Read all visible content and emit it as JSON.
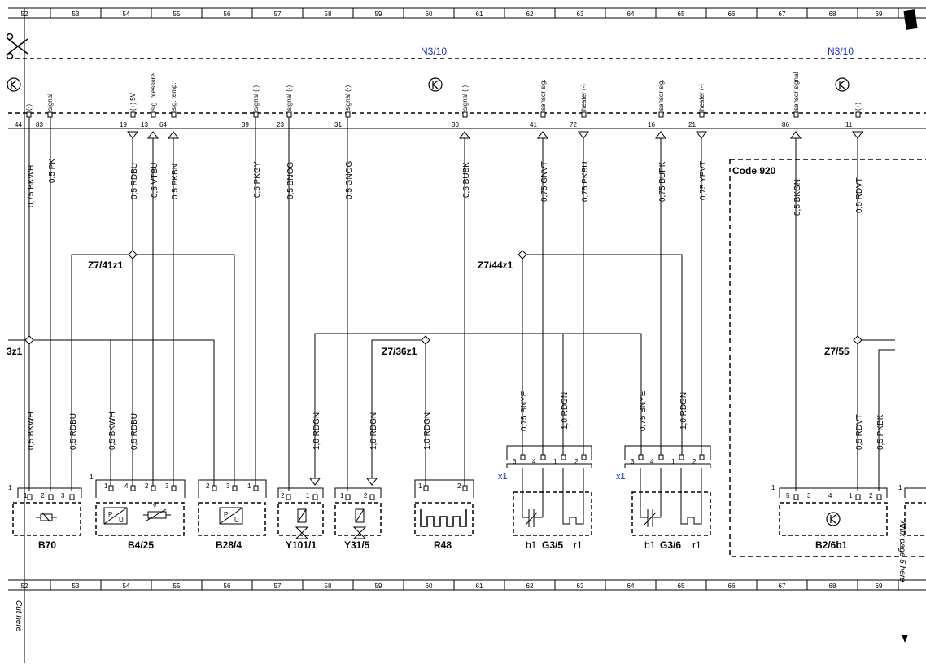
{
  "ruler": {
    "numbers": [
      "52",
      "53",
      "54",
      "55",
      "56",
      "57",
      "58",
      "59",
      "60",
      "61",
      "62",
      "63",
      "64",
      "65",
      "66",
      "67",
      "68",
      "69"
    ]
  },
  "control_unit": {
    "label_left": "N3/10",
    "label_right": "N3/10"
  },
  "pins": [
    {
      "num": "44",
      "func": "(-)"
    },
    {
      "num": "83",
      "func": "signal"
    },
    {
      "num": "19",
      "func": "(+) 5V"
    },
    {
      "num": "13",
      "func": "sig. pressure"
    },
    {
      "num": "64",
      "func": "sig. temp."
    },
    {
      "num": "39",
      "func": "signal (-)"
    },
    {
      "num": "23",
      "func": "signal (-)"
    },
    {
      "num": "31",
      "func": "signal (-)"
    },
    {
      "num": "30",
      "func": "signal (-)"
    },
    {
      "num": "41",
      "func": "sensor sig."
    },
    {
      "num": "72",
      "func": "heater (-)"
    },
    {
      "num": "16",
      "func": "sensor sig."
    },
    {
      "num": "21",
      "func": "heater (-)"
    },
    {
      "num": "86",
      "func": "sensor signal"
    },
    {
      "num": "11",
      "func": "(+)"
    }
  ],
  "upper_wires": [
    "0,75 BKWH",
    "0,5 PK",
    "0,5 RDBU",
    "0,5 VTBU",
    "0,5 PKBN",
    "0,5 PKGY",
    "0,5 BNOG",
    "0,5 GNOG",
    "0,5 BUBK",
    "0,75 GNVT",
    "0,75 PKBU",
    "0,75 BUPK",
    "0,75 YEVT",
    "0,5 BKGN",
    "0,5 RDVT"
  ],
  "lower_wires": [
    "0,5 BKWH",
    "0,5 RDBU",
    "0,5 BKWH",
    "0,5 RDBU",
    "1,0 RDGN",
    "1,0 RDGN",
    "1,0 RDGN",
    "0,75 BNYE",
    "1,0 RDGN",
    "0,75 BNYE",
    "1,0 RDGN",
    "0,5 RDVT",
    "0,5 PKBK"
  ],
  "splices": {
    "z741": "Z7/41z1",
    "z744": "Z7/44z1",
    "z736": "Z7/36z1",
    "z755": "Z7/55",
    "z3": "3z1"
  },
  "code_box": "Code 920",
  "components": [
    "B70",
    "B4/25",
    "B28/4",
    "Y101/1",
    "Y31/5",
    "R48",
    "G3/5",
    "G3/6",
    "B2/6b1"
  ],
  "sub_labels": {
    "b1": "b1",
    "r1": "r1"
  },
  "connector_x1": "x1",
  "conn_pins": {
    "a": [
      "3",
      "4",
      "1",
      "2"
    ]
  },
  "comp_pins": {
    "b70": [
      "1",
      "2",
      "3"
    ],
    "b425": [
      "1",
      "4",
      "2",
      "3"
    ],
    "b284": [
      "2",
      "3",
      "1"
    ],
    "y101": [
      "2",
      "1"
    ],
    "y315": [
      "1",
      "2"
    ],
    "r48": [
      "1",
      "2"
    ],
    "b26": [
      "5",
      "3",
      "4",
      "1",
      "2"
    ]
  },
  "comp_outer_pin": "1",
  "side_texts": {
    "cut": "Cut here",
    "affix": "Affix page 5 here"
  },
  "colors": {
    "line": "#000000",
    "accent": "#1f2bd0"
  }
}
